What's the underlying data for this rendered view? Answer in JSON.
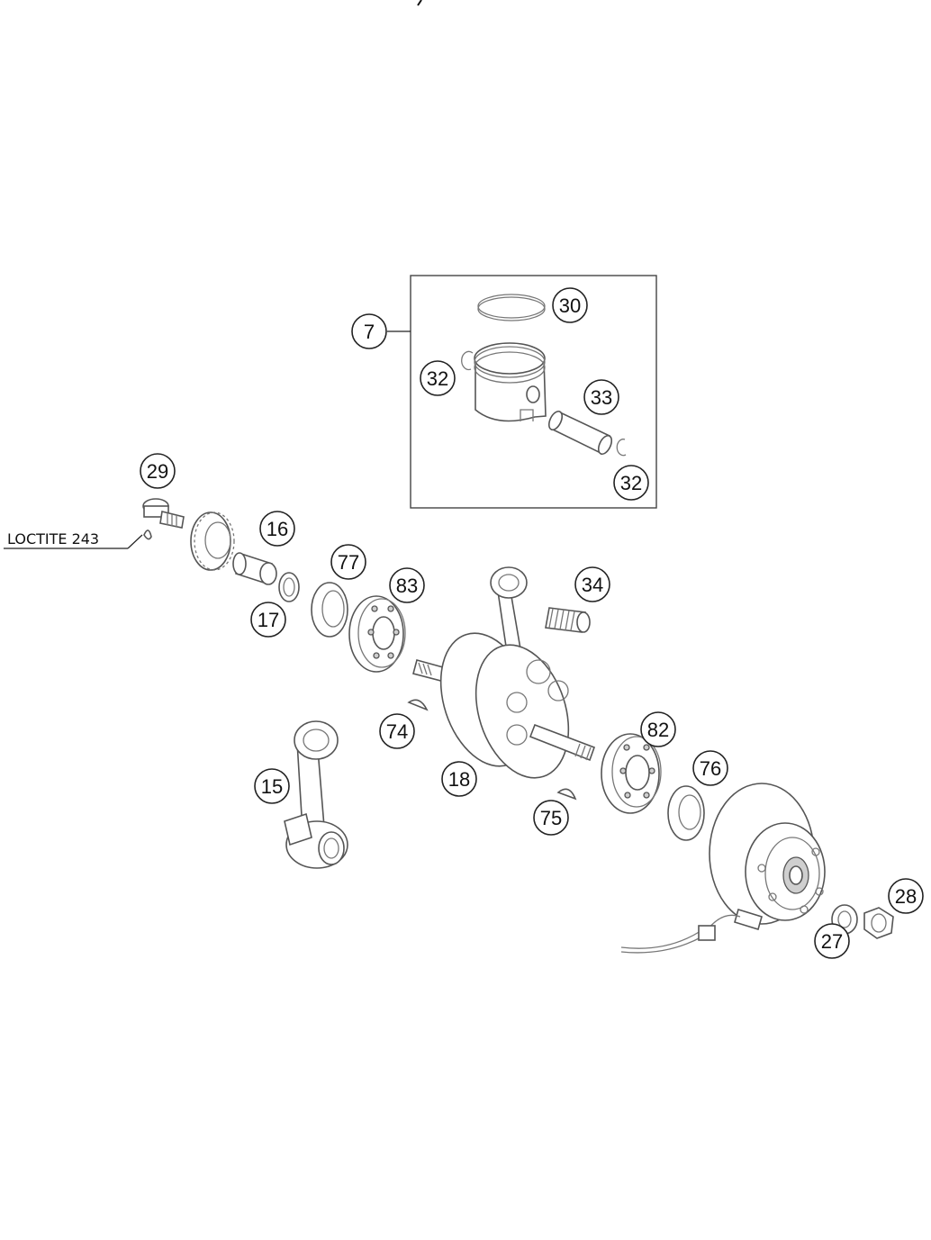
{
  "callouts": {
    "c7": "7",
    "c30": "30",
    "c32a": "32",
    "c33": "33",
    "c32b": "32",
    "c29": "29",
    "c16": "16",
    "c77": "77",
    "c83": "83",
    "c34": "34",
    "c17": "17",
    "c74": "74",
    "c82": "82",
    "c76": "76",
    "c15": "15",
    "c18": "18",
    "c75": "75",
    "c28": "28",
    "c27": "27"
  },
  "notes": {
    "loctite": "LOCTITE 243"
  }
}
